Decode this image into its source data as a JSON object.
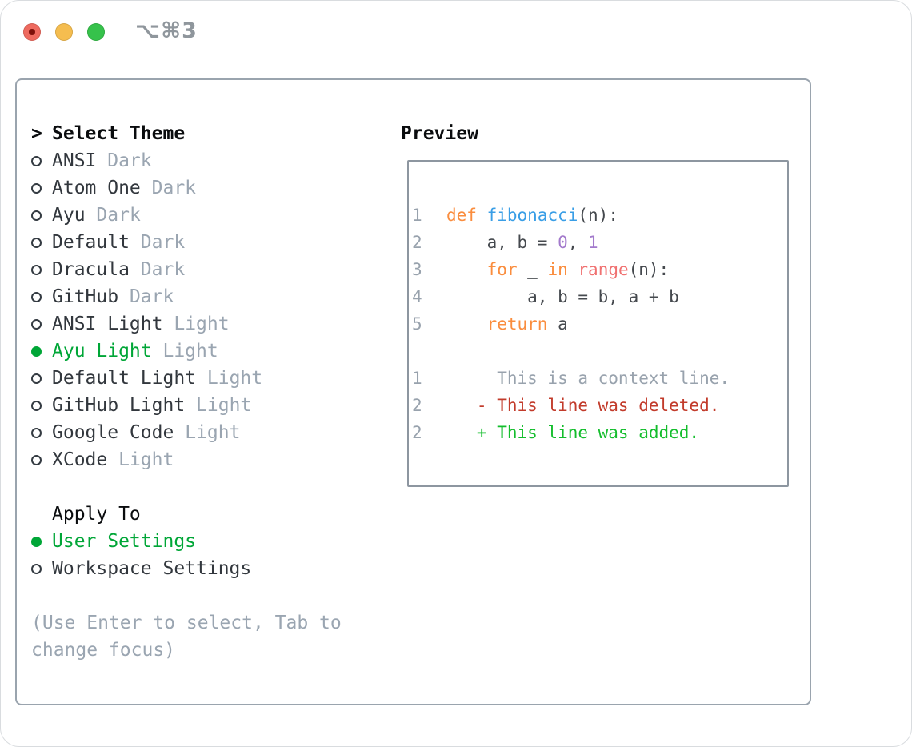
{
  "window": {
    "title": "⌥⌘3",
    "traffic_lights": [
      {
        "name": "close",
        "color": "#ee6a5f",
        "dot": "#7d100a"
      },
      {
        "name": "minimize",
        "color": "#f5bd4f"
      },
      {
        "name": "zoom",
        "color": "#36c24b"
      }
    ]
  },
  "theme_selector": {
    "header_prefix": ">",
    "header": "Select Theme",
    "items": [
      {
        "label": "ANSI",
        "variant": "Dark",
        "selected": false
      },
      {
        "label": "Atom One",
        "variant": "Dark",
        "selected": false
      },
      {
        "label": "Ayu",
        "variant": "Dark",
        "selected": false
      },
      {
        "label": "Default",
        "variant": "Dark",
        "selected": false
      },
      {
        "label": "Dracula",
        "variant": "Dark",
        "selected": false
      },
      {
        "label": "GitHub",
        "variant": "Dark",
        "selected": false
      },
      {
        "label": "ANSI Light",
        "variant": "Light",
        "selected": false
      },
      {
        "label": "Ayu Light",
        "variant": "Light",
        "selected": true
      },
      {
        "label": "Default Light",
        "variant": "Light",
        "selected": false
      },
      {
        "label": "GitHub Light",
        "variant": "Light",
        "selected": false
      },
      {
        "label": "Google Code",
        "variant": "Light",
        "selected": false
      },
      {
        "label": "XCode",
        "variant": "Light",
        "selected": false
      }
    ]
  },
  "apply_to": {
    "header": "Apply To",
    "options": [
      {
        "label": "User Settings",
        "selected": true
      },
      {
        "label": "Workspace Settings",
        "selected": false
      }
    ]
  },
  "help_text": "(Use Enter to select, Tab to change focus)",
  "preview": {
    "header": "Preview",
    "lines": [
      {
        "num": "1",
        "tokens": [
          {
            "text": "def",
            "style": "keyword"
          },
          {
            "text": " ",
            "style": "plain"
          },
          {
            "text": "fibonacci",
            "style": "function"
          },
          {
            "text": "(n):",
            "style": "plain"
          }
        ]
      },
      {
        "num": "2",
        "tokens": [
          {
            "text": "    a, b = ",
            "style": "plain"
          },
          {
            "text": "0",
            "style": "number"
          },
          {
            "text": ", ",
            "style": "plain"
          },
          {
            "text": "1",
            "style": "number"
          }
        ]
      },
      {
        "num": "3",
        "tokens": [
          {
            "text": "    ",
            "style": "plain"
          },
          {
            "text": "for",
            "style": "keyword"
          },
          {
            "text": " _ ",
            "style": "plain"
          },
          {
            "text": "in",
            "style": "keyword"
          },
          {
            "text": " ",
            "style": "plain"
          },
          {
            "text": "range",
            "style": "builtin"
          },
          {
            "text": "(n):",
            "style": "plain"
          }
        ]
      },
      {
        "num": "4",
        "tokens": [
          {
            "text": "        a, b = b, a + b",
            "style": "plain"
          }
        ]
      },
      {
        "num": "5",
        "tokens": [
          {
            "text": "    ",
            "style": "plain"
          },
          {
            "text": "return",
            "style": "keyword"
          },
          {
            "text": " a",
            "style": "plain"
          }
        ]
      },
      {
        "num": "",
        "tokens": []
      },
      {
        "num": "1",
        "tokens": [
          {
            "text": "     This is a context line.",
            "style": "context"
          }
        ]
      },
      {
        "num": "2",
        "tokens": [
          {
            "text": "   - This line was deleted.",
            "style": "deleted"
          }
        ]
      },
      {
        "num": "2",
        "tokens": [
          {
            "text": "   + This line was added.",
            "style": "added"
          }
        ]
      }
    ]
  },
  "colors": {
    "accent_green": "#00a637",
    "text_dark": "#32373d",
    "text_muted": "#9aa5b1",
    "panel_border": "#9aa4ae",
    "preview_border": "#8d96a0",
    "syntax": {
      "plain": "#45494e",
      "keyword": "#fa8d3e",
      "function": "#399ee6",
      "number": "#a37acc",
      "builtin": "#f07171",
      "context": "#98a2ad",
      "deleted": "#c23b2b",
      "added": "#13bd2c",
      "line_number": "#98a2ad"
    }
  }
}
